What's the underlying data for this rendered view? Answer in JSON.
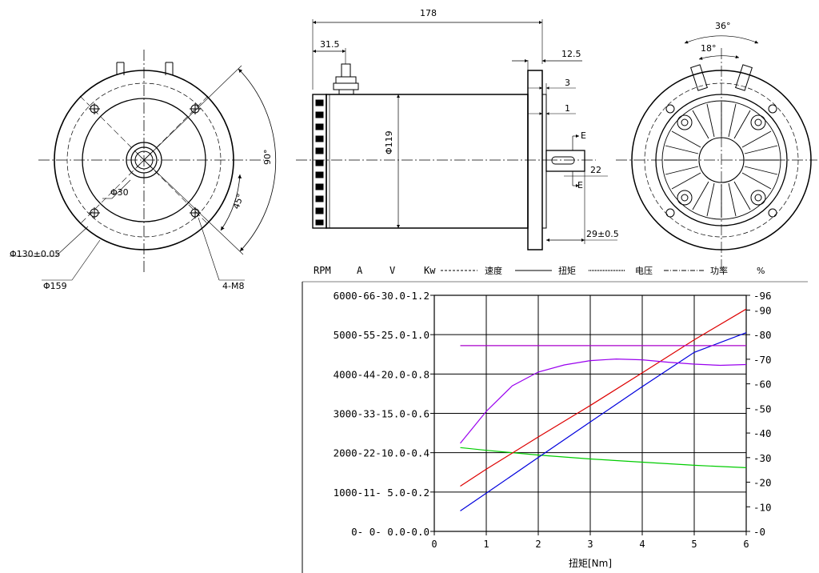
{
  "dimensions": {
    "front": {
      "shaft_dia": "Φ30",
      "bolt_circle": "Φ130±0.05",
      "outer_dia": "Φ159",
      "thread": "4-M8",
      "angle_45": "45°",
      "angle_90": "90°"
    },
    "side": {
      "total_length": "178",
      "terminal_offset": "31.5",
      "flange_12_5": "12.5",
      "dim_3": "3",
      "dim_1": "1",
      "body_dia": "Φ119",
      "key_22": "22",
      "shaft_len": "29±0.5",
      "section_e_top": "E",
      "section_e_bottom": "E"
    },
    "rear": {
      "angle_36": "36°",
      "angle_18": "18°"
    }
  },
  "legend": {
    "rpm": "RPM",
    "a": "A",
    "v": "V",
    "kw": "Kw",
    "speed": "速度",
    "torque": "扭矩",
    "voltage": "电压",
    "power": "功率",
    "percent": "%"
  },
  "chart_data": {
    "type": "line",
    "xlabel": "扭矩[Nm]",
    "xlim": [
      0,
      6
    ],
    "x_ticks": [
      "0",
      "1",
      "2",
      "3",
      "4",
      "5",
      "6"
    ],
    "left_tick_labels": [
      "0- 0- 0.0-0.0",
      "1000-11- 5.0-0.2",
      "2000-22-10.0-0.4",
      "3000-33-15.0-0.6",
      "4000-44-20.0-0.8",
      "5000-55-25.0-1.0",
      "6000-66-30.0-1.2"
    ],
    "left_ticks_rpm": [
      0,
      1000,
      2000,
      3000,
      4000,
      5000,
      6000
    ],
    "ylim_left_rpm": [
      0,
      6000
    ],
    "right_ticks": [
      "0",
      "10",
      "20",
      "30",
      "40",
      "50",
      "60",
      "70",
      "80",
      "90",
      "96"
    ],
    "right_tick_values": [
      0,
      10,
      20,
      30,
      40,
      50,
      60,
      70,
      80,
      90,
      96
    ],
    "ylim_right": [
      0,
      96
    ],
    "grid": true,
    "series": [
      {
        "color": "#00cc00",
        "x": [
          0.5,
          1,
          2,
          3,
          4,
          5,
          6
        ],
        "y_rpm": [
          2130,
          2060,
          1940,
          1840,
          1760,
          1680,
          1620
        ]
      },
      {
        "color": "#dd0000",
        "x": [
          0.5,
          1,
          2,
          3,
          4,
          5,
          6
        ],
        "y_rpm": [
          1150,
          1580,
          2400,
          3200,
          4030,
          4870,
          5650
        ]
      },
      {
        "color": "#0000dd",
        "x": [
          0.5,
          1,
          2,
          3,
          4,
          5,
          6
        ],
        "y_rpm": [
          520,
          970,
          1880,
          2780,
          3680,
          4550,
          5050
        ]
      },
      {
        "color": "#aa00cc",
        "x": [
          0.5,
          6
        ],
        "y_rpm": [
          4720,
          4720
        ]
      },
      {
        "color": "#9900ee",
        "x": [
          0.5,
          1,
          1.5,
          2,
          2.5,
          3,
          3.5,
          4,
          4.5,
          5,
          5.5,
          6
        ],
        "y_rpm": [
          2240,
          3050,
          3700,
          4050,
          4230,
          4340,
          4380,
          4360,
          4300,
          4250,
          4220,
          4240
        ]
      }
    ]
  }
}
